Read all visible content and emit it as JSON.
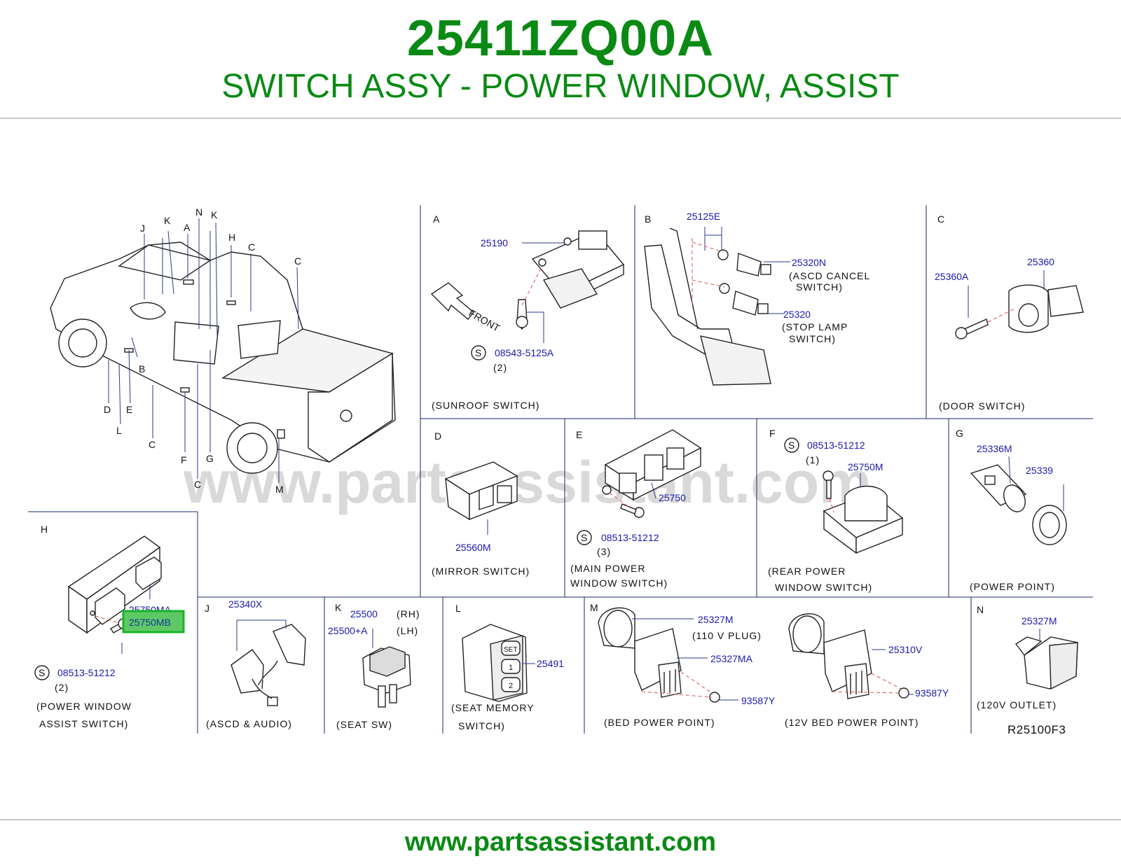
{
  "header": {
    "part_number": "25411ZQ00A",
    "part_name": "SWITCH ASSY - POWER WINDOW, ASSIST"
  },
  "footer": {
    "url": "www.partsassistant.com"
  },
  "watermark": "www.partsassistant.com",
  "diagram_code": "R25100F3",
  "highlighted_part": "25750MB",
  "overview_letters": [
    "J",
    "K",
    "A",
    "N",
    "K",
    "H",
    "C",
    "C",
    "B",
    "D",
    "E",
    "L",
    "C",
    "F",
    "G",
    "C",
    "M"
  ],
  "sections": {
    "A": {
      "letter": "A",
      "caption": "(SUNROOF   SWITCH)",
      "parts": [
        "25190",
        "08543-5125A"
      ],
      "qty": "(2)",
      "front": "FRONT",
      "s_mark": "S"
    },
    "B": {
      "letter": "B",
      "parts": [
        "25125E",
        "25320N",
        "25320"
      ],
      "cap_1a": "(ASCD   CANCEL",
      "cap_1b": "SWITCH)",
      "cap_2a": "(STOP   LAMP",
      "cap_2b": "SWITCH)"
    },
    "C": {
      "letter": "C",
      "caption": "(DOOR   SWITCH)",
      "parts": [
        "25360A",
        "25360"
      ]
    },
    "D": {
      "letter": "D",
      "caption": "(MIRROR   SWITCH)",
      "parts": [
        "25560M"
      ]
    },
    "E": {
      "letter": "E",
      "caption_a": "(MAIN   POWER",
      "caption_b": "WINDOW   SWITCH)",
      "parts": [
        "25750",
        "08513-51212"
      ],
      "qty": "(3)",
      "s_mark": "S"
    },
    "F": {
      "letter": "F",
      "caption_a": "(REAR   POWER",
      "caption_b": "WINDOW   SWITCH)",
      "parts": [
        "08513-51212",
        "25750M"
      ],
      "qty": "(1)",
      "s_mark": "S"
    },
    "G": {
      "letter": "G",
      "caption": "(POWER   POINT)",
      "parts": [
        "25336M",
        "25339"
      ]
    },
    "H": {
      "letter": "H",
      "caption_a": "(POWER   WINDOW",
      "caption_b": "ASSIST   SWITCH)",
      "parts": [
        "25750MA",
        "25750MB",
        "08513-51212"
      ],
      "qty": "(2)",
      "s_mark": "S"
    },
    "J": {
      "letter": "J",
      "caption": "(ASCD   &   AUDIO)",
      "parts": [
        "25340X"
      ]
    },
    "K": {
      "letter": "K",
      "caption": "(SEAT   SW)",
      "parts": [
        "25500",
        "25500+A"
      ],
      "rh": "(RH)",
      "lh": "(LH)"
    },
    "L": {
      "letter": "L",
      "caption_a": "(SEAT   MEMORY",
      "caption_b": "SWITCH)",
      "parts": [
        "25491"
      ],
      "btn": [
        "SET",
        "1",
        "2"
      ]
    },
    "M": {
      "letter": "M",
      "caption_1": "(BED   POWER   POINT)",
      "caption_2": "(12V   BED   POWER   POINT)",
      "plug": "(110   V   PLUG)",
      "parts": [
        "25327M",
        "25327MA",
        "93587Y",
        "25310V",
        "93587Y"
      ]
    },
    "N": {
      "letter": "N",
      "caption": "(120V   OUTLET)",
      "parts": [
        "25327M"
      ]
    }
  }
}
